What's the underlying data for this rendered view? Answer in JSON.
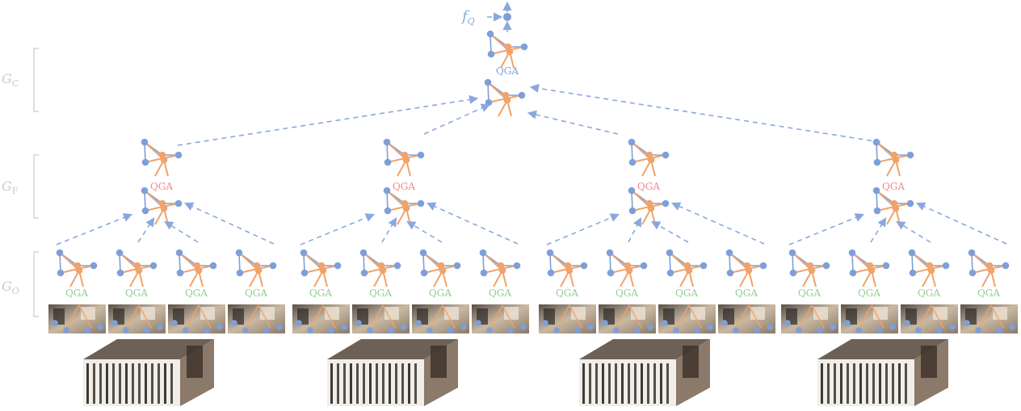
{
  "colors": {
    "blue": "#7f9fd9",
    "orange": "#f0a36a",
    "qga_coarse": "#7f9fd9",
    "qga_fine": "#f08a8a",
    "qga_object": "#8fcf8f",
    "level_label": "#c9c9c9"
  },
  "query_label": "f",
  "query_subscript": "Q",
  "levels": {
    "coarse": {
      "label": "G",
      "sub": "C"
    },
    "fine": {
      "label": "G",
      "sub": "F"
    },
    "object": {
      "label": "G",
      "sub": "O"
    }
  },
  "qga_label": "QGA",
  "groups": 4,
  "clips_per_group": 4,
  "icons": [
    "graph-icon",
    "frame-thumbnail",
    "video-cube-icon"
  ]
}
